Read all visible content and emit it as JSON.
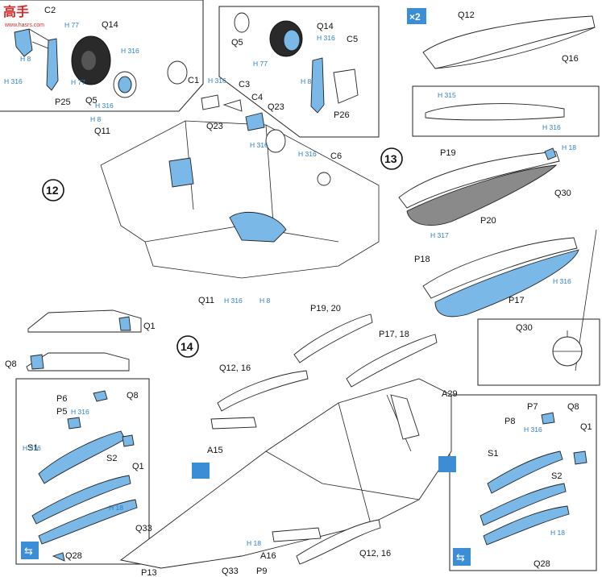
{
  "watermark": {
    "top": "高手",
    "sub": "www.hasrs.com"
  },
  "multiplier": "×2",
  "steps": {
    "s12": "12",
    "s13": "13",
    "s14": "14"
  },
  "panel_gear_left": {
    "labels": [
      "C2",
      "Q14",
      "Q5",
      "P25"
    ],
    "h": [
      "H 77",
      "H 8",
      "H 316",
      "H 77",
      "H 316"
    ]
  },
  "panel_gear_right": {
    "labels": [
      "Q14",
      "Q5",
      "C5",
      "P26"
    ],
    "h": [
      "H 316",
      "H 77",
      "H 8"
    ]
  },
  "step12": {
    "labels": [
      "C1",
      "C3",
      "C4",
      "Q23",
      "Q23",
      "C6",
      "Q11",
      "Q11"
    ],
    "h": [
      "H 316",
      "H 316",
      "H 8",
      "H 316",
      "H 316",
      "H 316",
      "H 8"
    ]
  },
  "tank_top": {
    "labels": [
      "Q12",
      "Q16"
    ],
    "h": [
      "H 315",
      "H 316"
    ]
  },
  "step13": {
    "labels": [
      "P19",
      "P20",
      "P18",
      "P17",
      "Q30"
    ],
    "h": [
      "H 18",
      "H 317",
      "H 316"
    ]
  },
  "inset_q30": {
    "label": "Q30"
  },
  "q1_group": {
    "labels": [
      "Q1",
      "Q8"
    ]
  },
  "panel_left": {
    "labels": [
      "P6",
      "P5",
      "Q8",
      "S1",
      "S2",
      "Q1",
      "Q28"
    ],
    "h": [
      "H 316",
      "H 316",
      "H 18"
    ]
  },
  "panel_right": {
    "labels": [
      "P7",
      "P8",
      "Q8",
      "Q1",
      "S1",
      "S2",
      "Q28"
    ],
    "h": [
      "H 316",
      "H 18"
    ]
  },
  "step14": {
    "labels": [
      "P19, 20",
      "P17, 18",
      "Q12, 16",
      "A29",
      "A15",
      "Q33",
      "Q33",
      "P13",
      "P9",
      "A16",
      "Q12, 16"
    ],
    "h": [
      "H 18"
    ]
  }
}
